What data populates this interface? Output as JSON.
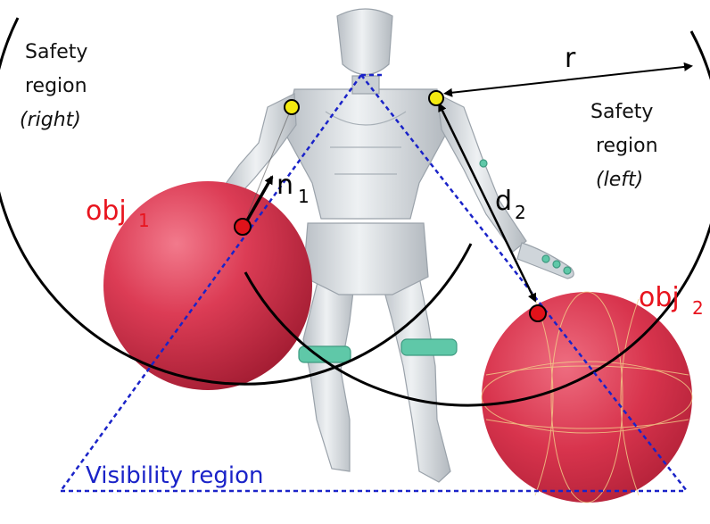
{
  "labels": {
    "safety_right_line1": "Safety",
    "safety_right_line2": "region",
    "safety_right_line3": "(right)",
    "safety_left_line1": "Safety",
    "safety_left_line2": "region",
    "safety_left_line3": "(left)",
    "r": "r",
    "obj1_base": "obj",
    "obj1_sub": "1",
    "obj2_base": "obj",
    "obj2_sub": "2",
    "n1_base": "n",
    "n1_sub": "1",
    "d2_base": "d",
    "d2_sub": "2",
    "visibility": "Visibility region"
  },
  "colors": {
    "object_label": "#e8141e",
    "visibility": "#1a23c8",
    "safety_arc": "#000000",
    "sphere": "#d9344c",
    "joint_point": "#f4ea10",
    "contact_point": "#e0121a",
    "robot_body": "#d6dbdf",
    "robot_accent": "#5fc8a8"
  },
  "icons": {
    "sphere1": "red-sphere-icon",
    "sphere2": "red-sphere-icon",
    "robot": "humanoid-robot-icon"
  }
}
